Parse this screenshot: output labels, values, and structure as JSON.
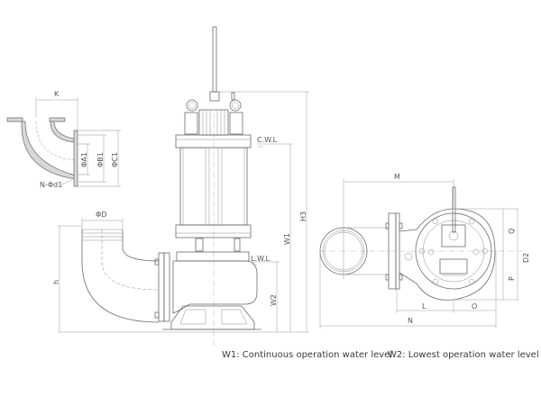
{
  "diagram": {
    "title": "Submersible sewage pump installation dimensions",
    "views": [
      "elbow-flange-detail",
      "front-elevation",
      "plan-view"
    ]
  },
  "labels": {
    "k": "K",
    "phi_a1": "ΦA1",
    "phi_b1": "ΦB1",
    "phi_c1": "ΦC1",
    "n_phi_d1": "N-Φd1",
    "phi_d": "ΦD",
    "h": "h",
    "cwl": "C.W.L",
    "lwl": "L.W.L",
    "w1": "W1",
    "w2": "W2",
    "h3": "H3",
    "m": "M",
    "q": "Q",
    "p": "P",
    "d2": "D2",
    "l": "L",
    "o": "O",
    "n": "N"
  },
  "legend": {
    "w1": "W1: Continuous operation water level",
    "w2": "W2: Lowest operation water level"
  },
  "colors": {
    "line": "#6a6a6a",
    "dimension": "#9a9a9a",
    "text": "#3a3a3a"
  }
}
